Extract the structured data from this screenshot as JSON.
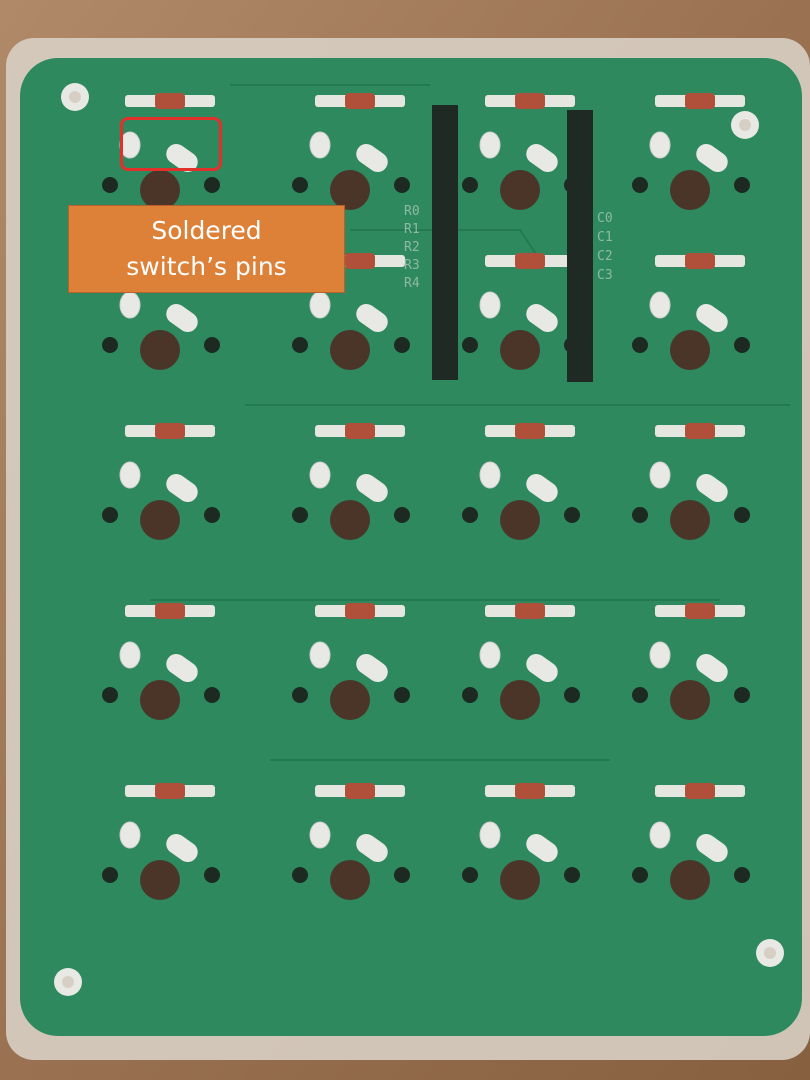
{
  "annotation": {
    "line1": "Soldered",
    "line2": "switch’s pins",
    "box_color": "#dd8038",
    "highlight_color": "#e2302a"
  },
  "pcb": {
    "board_color": "#2e8a5e",
    "row_labels": [
      "R0",
      "R1",
      "R2",
      "R3",
      "R4"
    ],
    "col_labels": [
      "C0",
      "C1",
      "C2",
      "C3"
    ]
  }
}
